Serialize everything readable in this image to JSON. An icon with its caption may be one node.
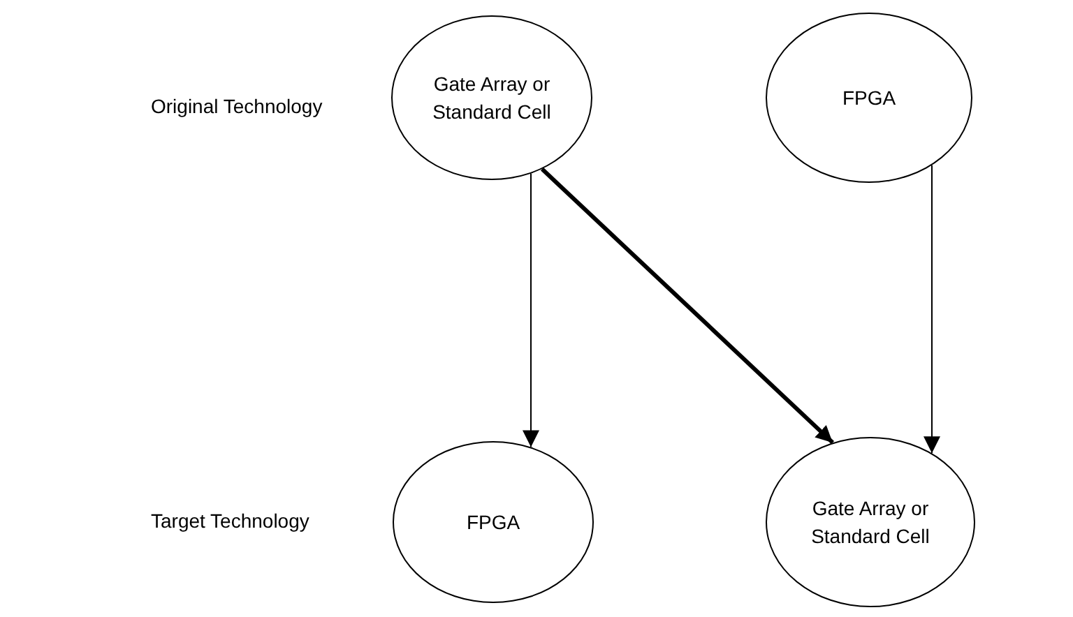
{
  "diagram": {
    "nodes": [
      {
        "text": [
          "Gate Array or Standard Cell"
        ]
      },
      {
        "text": [
          "FPGA"
        ]
      },
      {
        "text": [
          "FPGA"
        ]
      },
      {
        "text": [
          "Gate Array or Standard Cell"
        ]
      }
    ],
    "edges": [
      {
        "from": 0,
        "to": 2,
        "arrow": "to"
      },
      {
        "from": 0,
        "to": 3,
        "arrow": "to",
        "style": "thick"
      },
      {
        "from": 1,
        "to": 3,
        "arrow": "to"
      }
    ],
    "labels": [
      "Original Technology",
      "Target Technology"
    ]
  }
}
